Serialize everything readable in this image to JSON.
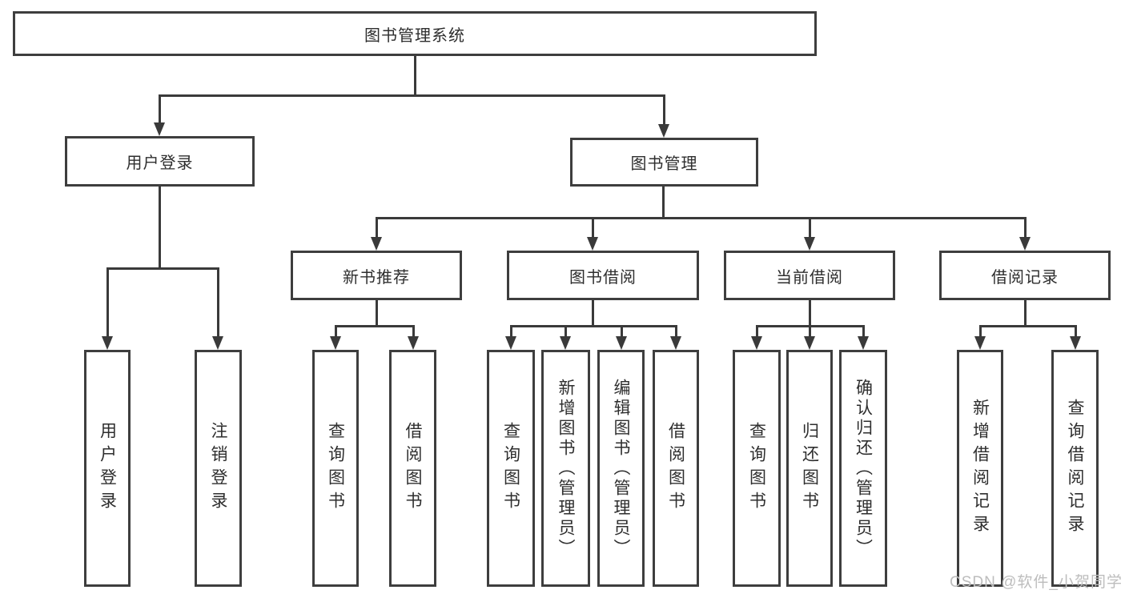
{
  "diagram": {
    "type": "hierarchy",
    "title": "图书管理系统",
    "nodes": {
      "root": "图书管理系统",
      "level2": [
        "用户登录",
        "图书管理"
      ],
      "level3": [
        "新书推荐",
        "图书借阅",
        "当前借阅",
        "借阅记录"
      ],
      "leaves": [
        "用户登录",
        "注销登录",
        "查询图书",
        "借阅图书",
        "查询图书",
        "新增图书（管理员）",
        "编辑图书（管理员）",
        "借阅图书",
        "查询图书",
        "归还图书",
        "确认归还（管理员）",
        "新增借阅记录",
        "查询借阅记录"
      ]
    },
    "tree": {
      "图书管理系统": [
        "用户登录",
        "图书管理"
      ],
      "用户登录": [
        "用户登录",
        "注销登录"
      ],
      "图书管理": [
        "新书推荐",
        "图书借阅",
        "当前借阅",
        "借阅记录"
      ],
      "新书推荐": [
        "查询图书",
        "借阅图书"
      ],
      "图书借阅": [
        "查询图书",
        "新增图书（管理员）",
        "编辑图书（管理员）",
        "借阅图书"
      ],
      "当前借阅": [
        "查询图书",
        "归还图书",
        "确认归还（管理员）"
      ],
      "借阅记录": [
        "新增借阅记录",
        "查询借阅记录"
      ]
    },
    "watermark": "CSDN @软件_小贺同学",
    "colors": {
      "line": "#3a3a3a",
      "box_border": "#3e3e3e",
      "text": "#2e2e2e",
      "watermark": "#bdbdbd",
      "background": "#ffffff"
    }
  }
}
